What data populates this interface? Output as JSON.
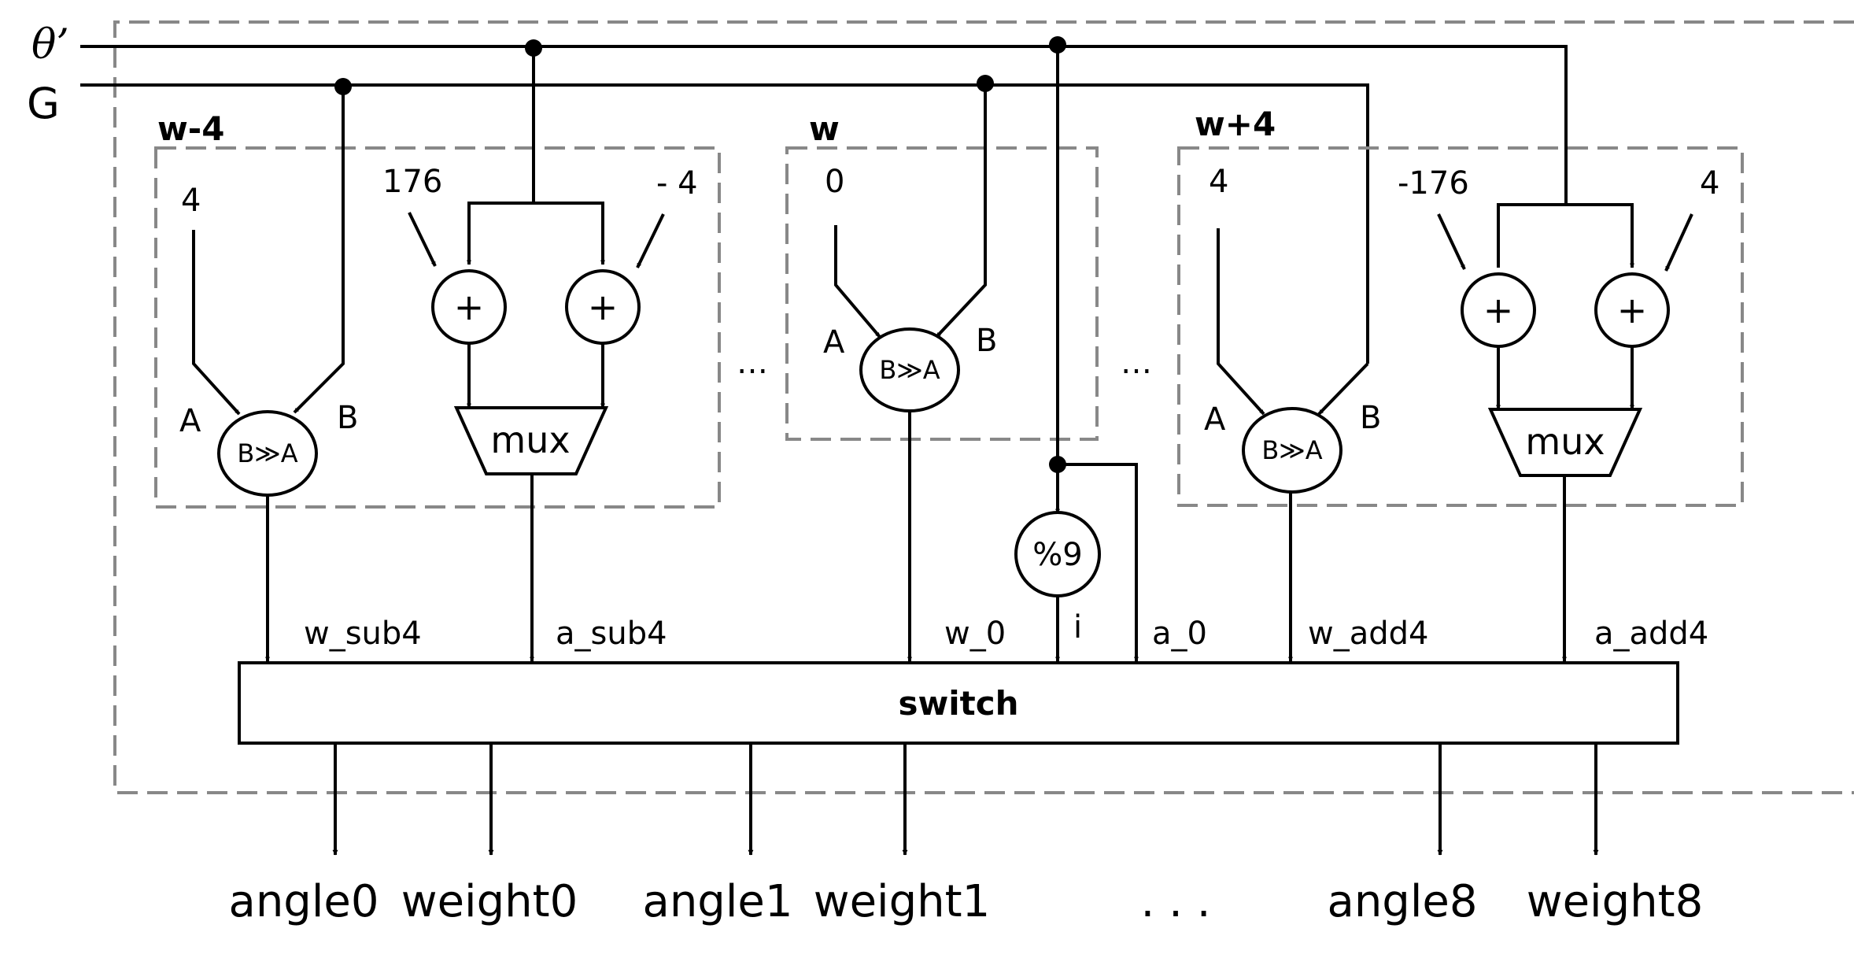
{
  "inputs": {
    "theta": "θ’",
    "g": "G"
  },
  "groups": {
    "left": {
      "title": "w-4",
      "shift_const": "4",
      "add_const_a": "176",
      "add_const_b": "- 4"
    },
    "middle": {
      "title": "w",
      "shift_const": "0"
    },
    "right": {
      "title": "w+4",
      "shift_const": "4",
      "add_const_a": "-176",
      "add_const_b": "4"
    }
  },
  "ops": {
    "shift": "B≫A",
    "plus": "+",
    "mux": "mux",
    "mod": "%9",
    "port_a": "A",
    "port_b": "B"
  },
  "ellipsis": "…",
  "signals": [
    "w_sub4",
    "a_sub4",
    "w_0",
    "i",
    "a_0",
    "w_add4",
    "a_add4"
  ],
  "switch_label": "switch",
  "outputs": [
    "angle0",
    "weight0",
    "angle1",
    "weight1",
    ". . .",
    "angle8",
    "weight8"
  ]
}
